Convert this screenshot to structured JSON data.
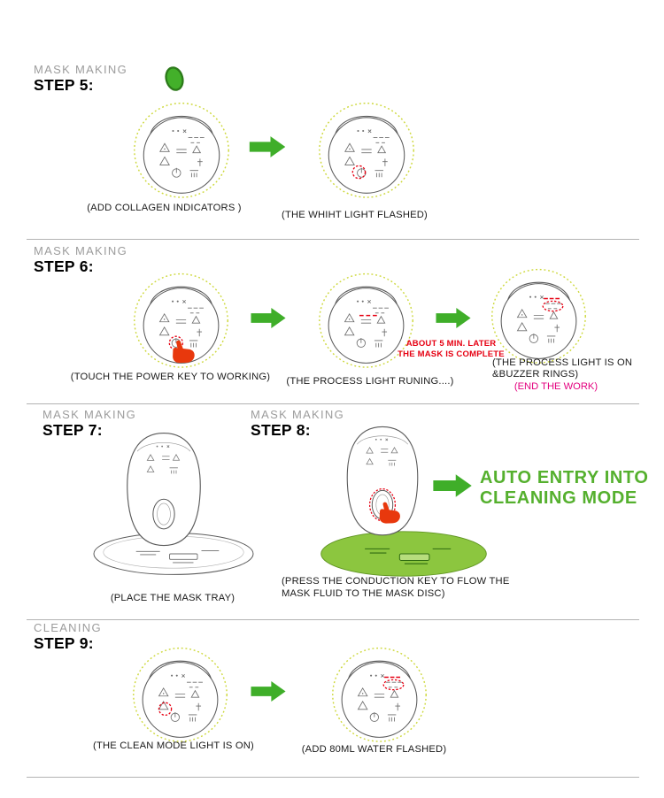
{
  "colors": {
    "arrow_green": "#3fae29",
    "highlight_red": "#e60012",
    "end_work_magenta": "#e4007f",
    "auto_text_green": "#55b02e",
    "disc_green": "#8cc63f",
    "category_gray": "#9c9c9c"
  },
  "step5": {
    "category": "MASK MAKING",
    "title": "STEP 5:",
    "caption_left": "(ADD COLLAGEN INDICATORS )",
    "caption_right": "(THE WHIHT  LIGHT FLASHED)"
  },
  "step6": {
    "category": "MASK MAKING",
    "title": "STEP 6:",
    "caption_1": "(TOUCH THE POWER KEY TO WORKING)",
    "caption_2": "(THE PROCESS  LIGHT RUNING....)",
    "note_line1": "ABOUT 5 MIN.  LATER",
    "note_line2": "THE MASK IS COMPLETE",
    "caption_3_line1": "(THE PROCESS  LIGHT IS ON",
    "caption_3_line2": "&BUZZER RINGS)",
    "end_note": "(END THE WORK)"
  },
  "step7": {
    "category": "MASK MAKING",
    "title": "STEP 7:",
    "caption": "(PLACE THE MASK TRAY)"
  },
  "step8": {
    "category": "MASK MAKING",
    "title": "STEP 8:",
    "auto_line1": "AUTO ENTRY INTO",
    "auto_line2": "CLEANING  MODE",
    "caption_line1": "(PRESS THE CONDUCTION KEY TO FLOW THE",
    "caption_line2": "MASK FLUID TO THE MASK DISC)"
  },
  "step9": {
    "category": "CLEANING",
    "title": "STEP 9:",
    "caption_left": "(THE CLEAN  MODE LIGHT IS ON)",
    "caption_right": "(ADD 80ML WATER  FLASHED)"
  }
}
